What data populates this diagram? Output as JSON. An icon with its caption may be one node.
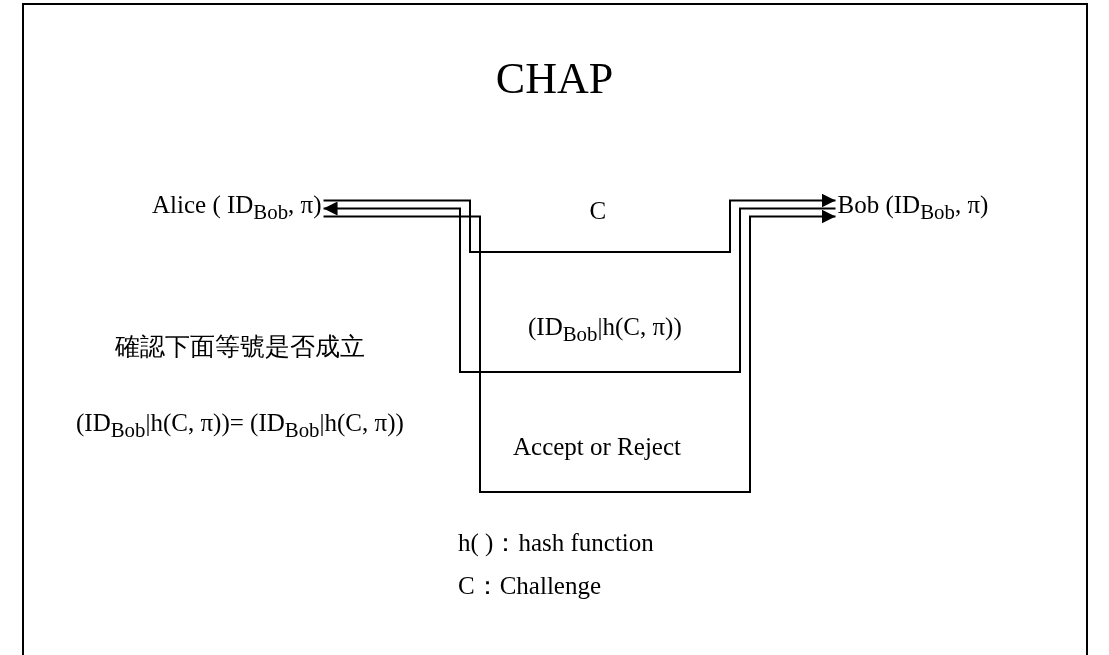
{
  "diagram": {
    "title": "CHAP",
    "nodes": [
      {
        "text": [
          "Alice ( ID$_{Bob}$, π)"
        ]
      },
      {
        "text": [
          "Bob (ID$_{Bob}$, π)"
        ]
      }
    ],
    "edges": [
      {
        "from": 0,
        "to": 1,
        "arrow": "to",
        "label": "C"
      },
      {
        "from": 1,
        "to": 0,
        "arrow": "to",
        "label": "(ID$_{Bob}$|h(C, π))"
      },
      {
        "from": 0,
        "to": 1,
        "arrow": "to",
        "label": "Accept or Reject"
      }
    ],
    "labels": [
      "確認下面等號是否成立",
      "(ID$_{Bob}$|h(C, π))= (ID$_{Bob}$|h(C, π))",
      "h( )：hash function",
      "C：Challenge"
    ]
  }
}
